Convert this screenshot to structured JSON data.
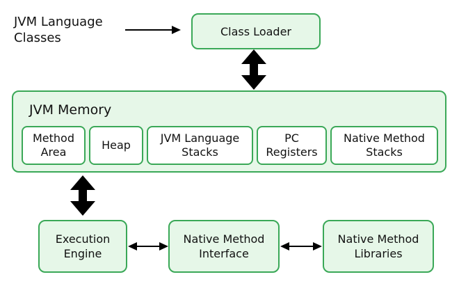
{
  "input_label": "JVM Language\nClasses",
  "class_loader": {
    "label": "Class Loader"
  },
  "jvm_memory": {
    "title": "JVM Memory",
    "areas": [
      {
        "label": "Method\nArea"
      },
      {
        "label": "Heap"
      },
      {
        "label": "JVM Language\nStacks"
      },
      {
        "label": "PC\nRegisters"
      },
      {
        "label": "Native Method\nStacks"
      }
    ]
  },
  "execution_engine": {
    "label": "Execution\nEngine"
  },
  "native_method_interface": {
    "label": "Native Method\nInterface"
  },
  "native_method_libraries": {
    "label": "Native Method\nLibraries"
  },
  "colors": {
    "box_fill": "#e6f7e8",
    "box_border": "#3aa857",
    "arrow": "#000000"
  }
}
